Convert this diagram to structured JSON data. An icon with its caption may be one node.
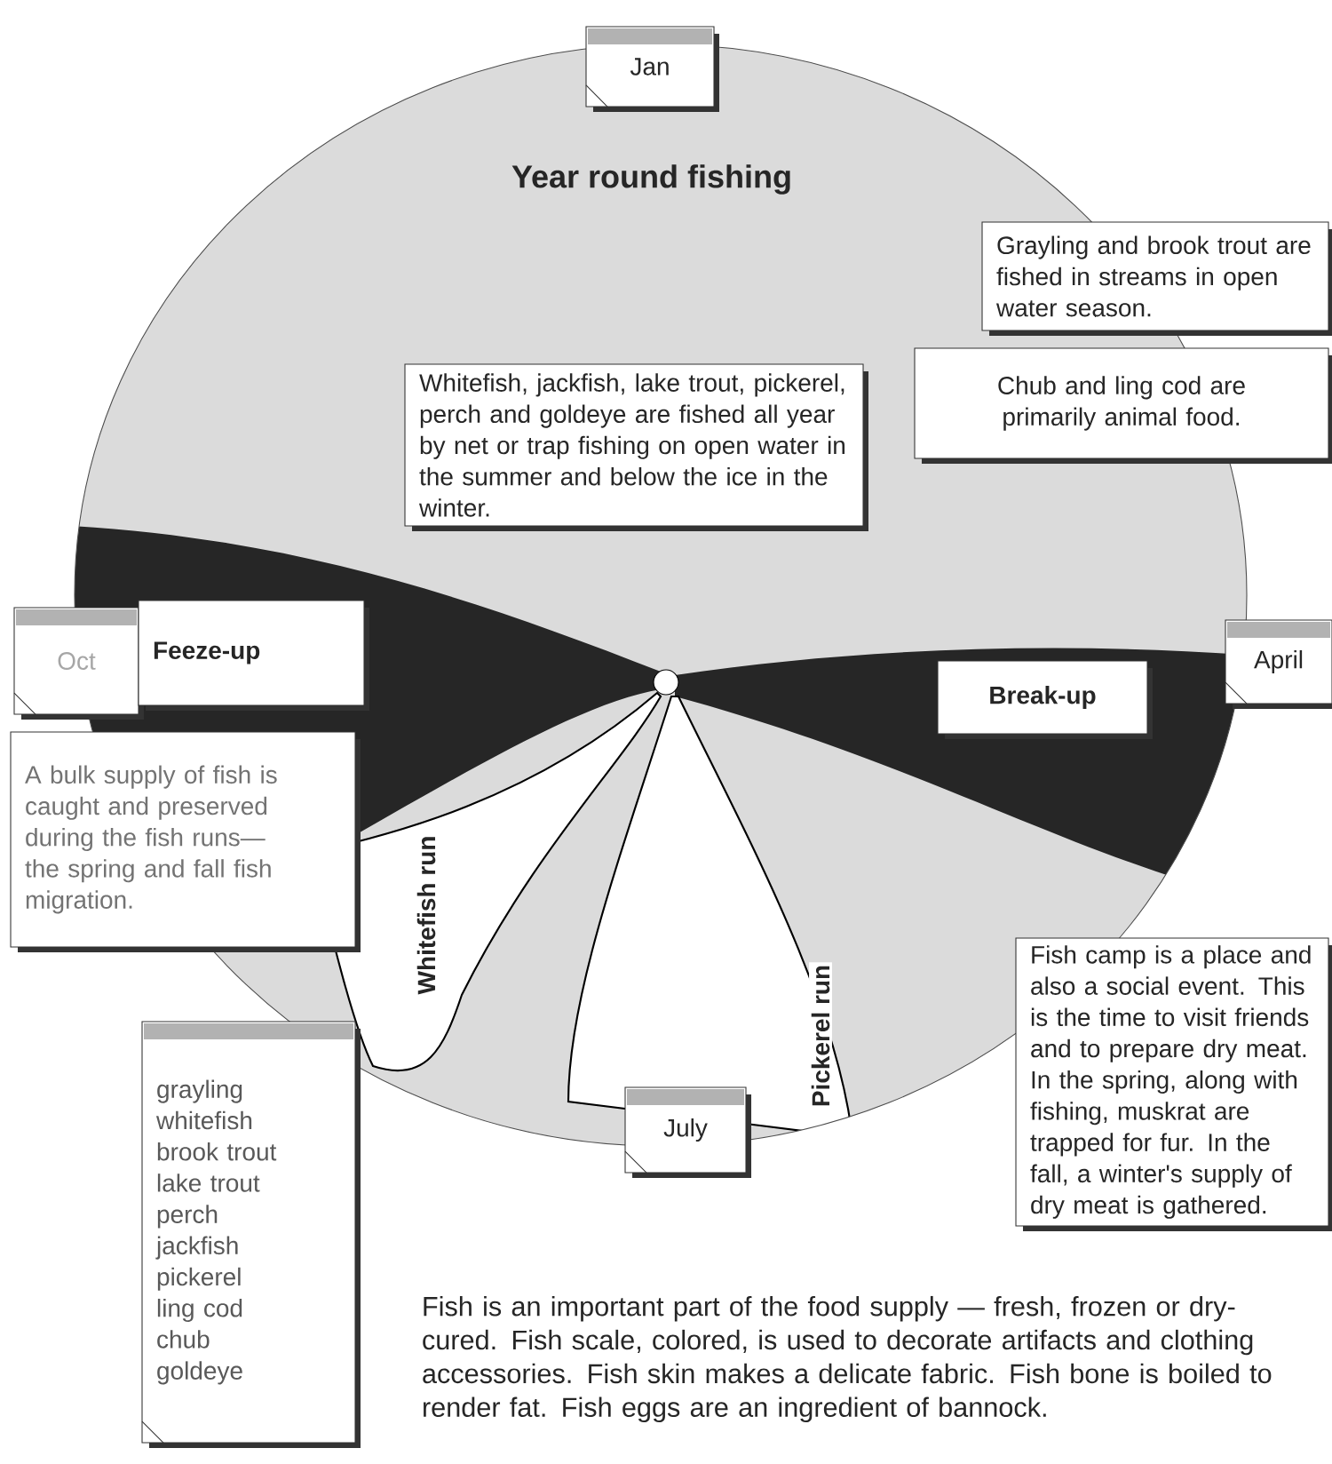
{
  "diagram": {
    "title": "Year round fishing",
    "nodes": [
      {
        "text": [
          "Jan"
        ]
      },
      {
        "text": [
          "Whitefish, jackfish, lake trout, pickerel, perch and goldeye are fished all year by net or trap fishing on open water in the summer and below the ice in the winter."
        ]
      },
      {
        "text": [
          "Grayling and brook trout are fished in streams in open water season."
        ]
      },
      {
        "text": [
          "Chub and ling cod are primarily animal food."
        ]
      },
      {
        "text": [
          "Oct"
        ]
      },
      {
        "text": [
          "Feeze-up"
        ]
      },
      {
        "text": [
          "April"
        ]
      },
      {
        "text": [
          "Break-up"
        ]
      },
      {
        "text": [
          "A bulk supply of fish is caught and preserved during the fish runs—the spring and fall fish migration."
        ]
      },
      {
        "text": [
          "Fish camp is a place and also a social event. This is the time to visit friends and to prepare dry meat. In the spring, along with fishing, muskrat are trapped for fur. In the fall, a winter's supply of dry meat is gathered."
        ]
      },
      {
        "text": [
          "grayling",
          "whitefish",
          "brook trout",
          "lake trout",
          "perch",
          "jackfish",
          "pickerel",
          "ling cod",
          "chub",
          "goldeye"
        ]
      },
      {
        "text": [
          "July"
        ]
      }
    ],
    "labels": [
      "Whitefish run",
      "Pickerel run",
      "Fish is an important part of the food supply — fresh, frozen or dry-cured. Fish scale, colored, is used to decorate artifacts and clothing accessories. Fish skin makes a delicate fabric. Fish bone is boiled to render fat. Fish eggs are an ingredient of bannock."
    ]
  }
}
